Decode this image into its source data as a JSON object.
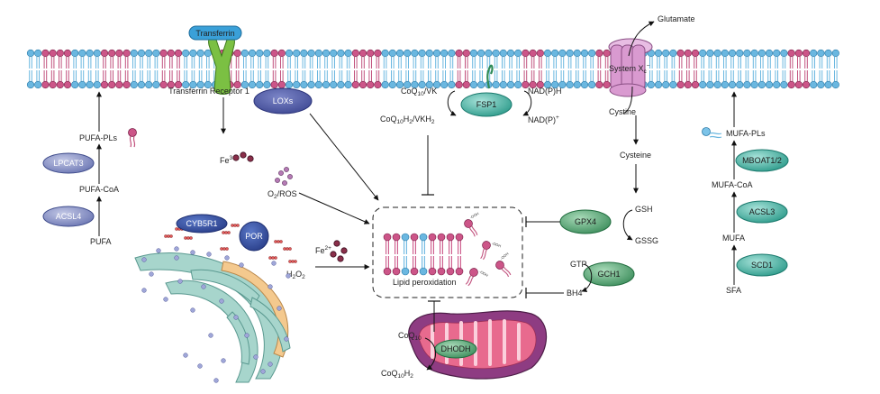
{
  "membrane": {
    "blue": "#6ab7e0",
    "pink": "#c2527e",
    "pink_head": "#cc5588",
    "pink_positions": [
      2,
      3,
      4,
      5,
      10,
      11,
      12,
      13,
      18,
      19,
      20,
      26,
      27,
      28,
      33,
      34,
      44,
      45,
      46,
      47,
      58,
      59,
      67,
      68,
      69,
      77,
      78,
      79,
      88,
      89,
      90,
      103,
      104,
      105
    ]
  },
  "colors": {
    "purple_fill": "#8f98c6",
    "purple_stroke": "#3d4a8a",
    "green_fill": "#6ab88a",
    "green_stroke": "#1f6b3d",
    "teal_fill": "#58bfb0",
    "teal_stroke": "#1c7a6e",
    "transferrin": "#3aa0d8",
    "receptor": "#7bc043",
    "xc": "#d99ad0",
    "mito": "#8e3c82",
    "cristae": "#e86a8e",
    "golgi": "#a7d5cc",
    "golgi_stroke": "#5a9990",
    "golgi_tan": "#f4c98e",
    "vesicle": "#9fa6d8"
  },
  "labels": {
    "transferrin": "Transferrin",
    "tfr": "Transferrin Receptor 1",
    "fe3": "Fe",
    "fe3_sup": "3+",
    "o2_ros_a": "O",
    "o2_ros_sub": "2",
    "o2_ros_b": "/ROS",
    "fe2": "Fe",
    "fe2_sup": "2+",
    "h2o2_a": "H",
    "h2o2_sub1": "2",
    "h2o2_b": "O",
    "h2o2_sub2": "2",
    "loxs": "LOXs",
    "fsp1": "FSP1",
    "coq10vk_a": "CoQ",
    "coq10vk_sub": "10",
    "coq10vk_b": "/VK",
    "coq10h2vkh2_a": "CoQ",
    "coq10h2vkh2_sub1": "10",
    "coq10h2vkh2_b": "H",
    "coq10h2vkh2_sub2": "2",
    "coq10h2vkh2_c": "/VKH",
    "coq10h2vkh2_sub3": "2",
    "nadph": "NAD(P)H",
    "nadp_a": "NAD(P)",
    "nadp_sup": "+",
    "system_xc_a": "System X",
    "system_xc_sub": "c",
    "system_xc_sup": "−",
    "glutamate": "Glutamate",
    "cystine": "Cystine",
    "cysteine": "Cysteine",
    "gsh": "GSH",
    "gssg": "GSSG",
    "gpx4": "GPX4",
    "gtp": "GTP",
    "gch1": "GCH1",
    "bh4": "BH4",
    "lipid_peroxidation": "Lipid peroxidation",
    "ooh": "-OOH",
    "dhodh": "DHODH",
    "coq10_a": "CoQ",
    "coq10_sub": "10",
    "coq10h2_a": "CoQ",
    "coq10h2_sub1": "10",
    "coq10h2_b": "H",
    "coq10h2_sub2": "2",
    "pufa_pls": "PUFA-PLs",
    "lpcat3": "LPCAT3",
    "pufa_coa": "PUFA-CoA",
    "acsl4": "ACSL4",
    "pufa": "PUFA",
    "cyb5r1": "CYB5R1",
    "por": "POR",
    "mufa_pls": "MUFA-PLs",
    "mboat12": "MBOAT1/2",
    "mufa_coa": "MUFA-CoA",
    "acsl3": "ACSL3",
    "mufa": "MUFA",
    "scd1": "SCD1",
    "sfa": "SFA"
  }
}
